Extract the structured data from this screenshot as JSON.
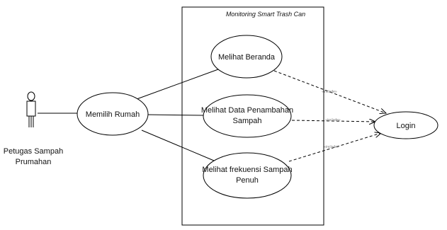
{
  "diagram": {
    "system_title": "Monitoring Smart Trash Can",
    "actor": {
      "line1": "Petugas Sampah",
      "line2": "Prumahan"
    },
    "use_cases": {
      "memilih_rumah": "Memilih Rumah",
      "melihat_beranda": "Melihat Beranda",
      "melihat_data": {
        "line1": "Melihat Data Penambahan",
        "line2": "Sampah"
      },
      "melihat_frekuensi": {
        "line1": "Melihat frekuensi Sampah",
        "line2": "Penuh"
      },
      "login": "Login"
    },
    "stereotypes": {
      "beranda_login": "«include»",
      "data_login": "«include»",
      "frekuensi_login": "«include»"
    }
  }
}
